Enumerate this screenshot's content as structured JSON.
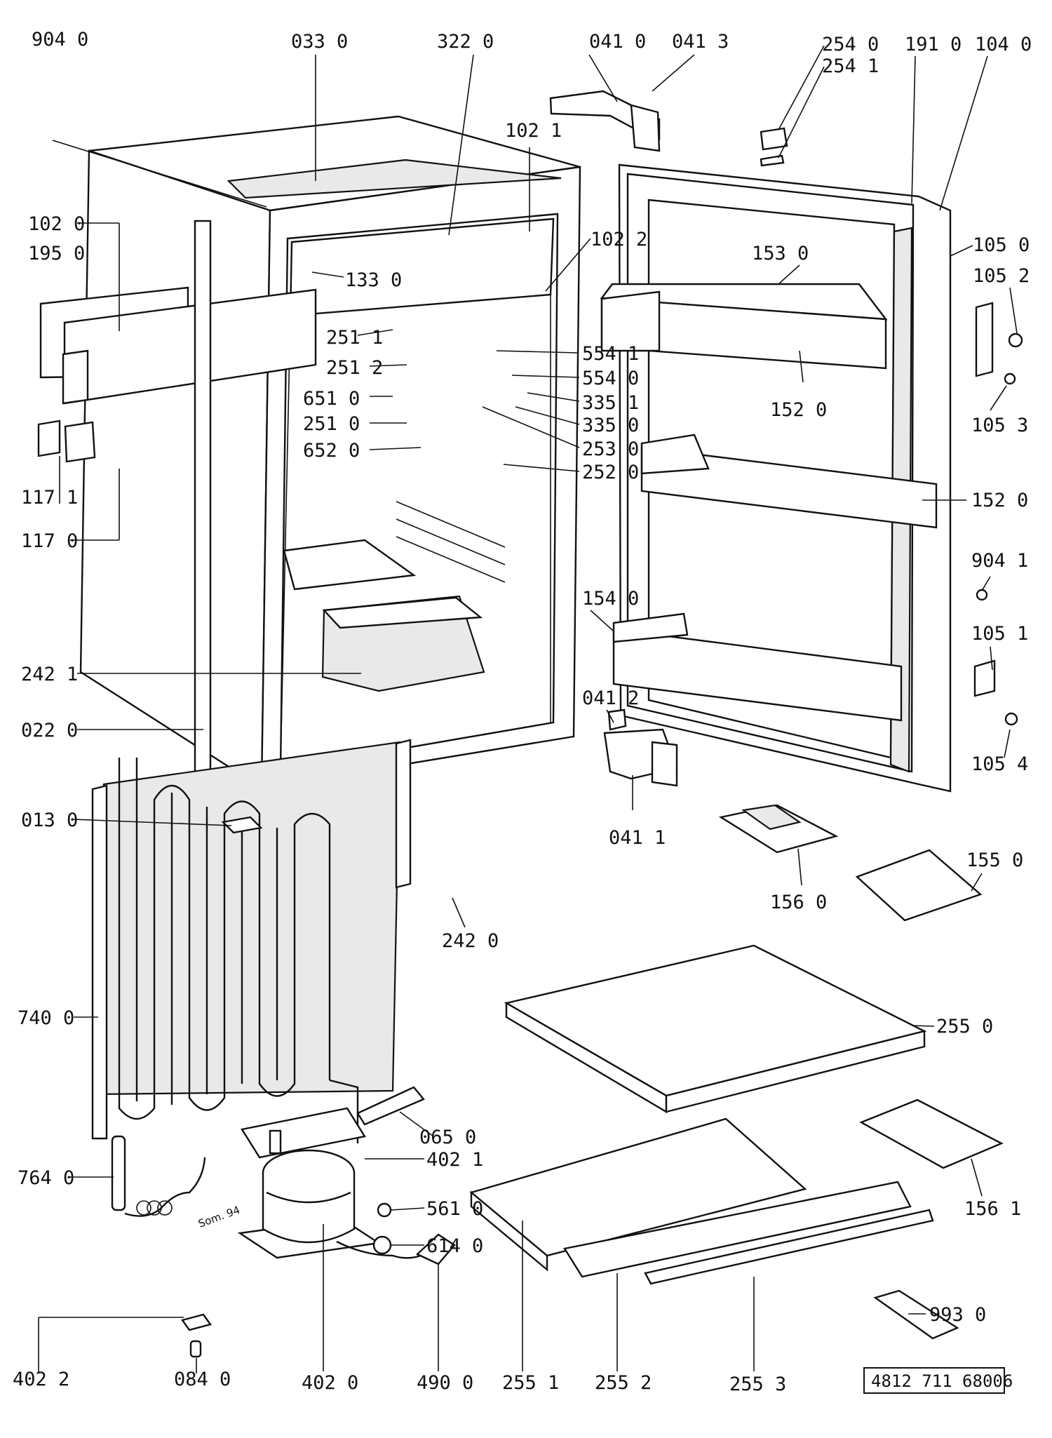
{
  "labels": {
    "l_904_0": "904 0",
    "l_033_0": "033 0",
    "l_322_0": "322 0",
    "l_041_0": "041 0",
    "l_041_3": "041 3",
    "l_254_0": "254 0",
    "l_254_1": "254 1",
    "l_191_0": "191 0",
    "l_104_0": "104 0",
    "l_102_1": "102 1",
    "l_102_0": "102 0",
    "l_195_0": "195 0",
    "l_102_2": "102 2",
    "l_105_0": "105 0",
    "l_105_2": "105 2",
    "l_153_0": "153 0",
    "l_133_0": "133 0",
    "l_251_1": "251 1",
    "l_554_1": "554 1",
    "l_251_2": "251 2",
    "l_554_0": "554 0",
    "l_651_0": "651 0",
    "l_335_1": "335 1",
    "l_251_0": "251 0",
    "l_335_0": "335 0",
    "l_652_0": "652 0",
    "l_253_0": "253 0",
    "l_252_0": "252 0",
    "l_152_0a": "152 0",
    "l_105_3": "105 3",
    "l_152_0b": "152 0",
    "l_117_1": "117 1",
    "l_117_0": "117 0",
    "l_904_1": "904 1",
    "l_154_0": "154 0",
    "l_105_1": "105 1",
    "l_242_1": "242 1",
    "l_041_2": "041 2",
    "l_022_0": "022 0",
    "l_105_4": "105 4",
    "l_013_0": "013 0",
    "l_041_1": "041 1",
    "l_155_0": "155 0",
    "l_156_0": "156 0",
    "l_242_0": "242 0",
    "l_740_0": "740 0",
    "l_255_0": "255 0",
    "l_065_0": "065 0",
    "l_402_1": "402 1",
    "l_764_0": "764 0",
    "l_156_1": "156 1",
    "l_561_0": "561 0",
    "l_614_0": "614 0",
    "l_993_0": "993 0",
    "l_402_2": "402 2",
    "l_084_0": "084 0",
    "l_402_0": "402 0",
    "l_490_0": "490 0",
    "l_255_1": "255 1",
    "l_255_2": "255 2",
    "l_255_3": "255 3"
  },
  "compressor_note": "Som. 94",
  "reference_number": "4812 711 68006"
}
